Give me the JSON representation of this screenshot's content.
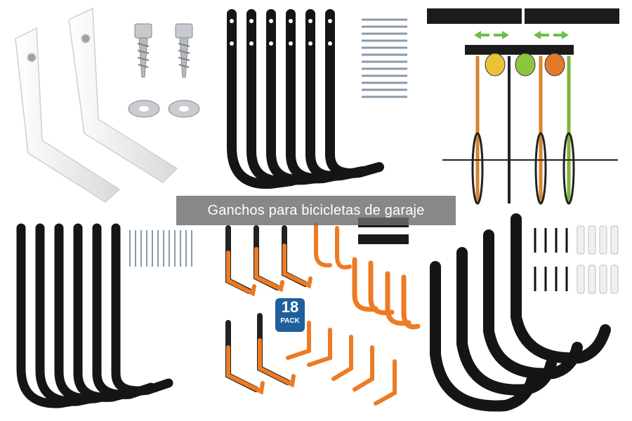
{
  "caption": "Ganchos para bicicletas de garaje",
  "pack_badge": {
    "count": "18",
    "unit": "PACK"
  },
  "colors": {
    "hook_black": "#151515",
    "hook_orange": "#ee7a22",
    "hook_white": "#f4f4f4",
    "metal": "#b9bcc0",
    "caption_bg": "#6e6e6e",
    "badge_blue": "#1f5f9c",
    "bike_green": "#7fb53a",
    "bike_orange": "#d8852b",
    "helmet_yellow": "#e9c23a",
    "helmet_green": "#8cc63f",
    "helmet_orange": "#e07a2a"
  },
  "panels": [
    {
      "name": "white-hooks-with-screws",
      "icons": [
        "white-hook-icon",
        "lag-screw-icon",
        "washer-icon"
      ]
    },
    {
      "name": "black-hooks-six-pack-top",
      "icons": [
        "black-j-hook-icon",
        "wall-anchor-icon"
      ]
    },
    {
      "name": "bike-rack-rail-scene",
      "icons": [
        "wall-rail-icon",
        "bicycle-icon",
        "helmet-icon"
      ]
    },
    {
      "name": "black-hooks-six-pack-bottom",
      "icons": [
        "black-j-hook-icon",
        "wall-anchor-icon"
      ]
    },
    {
      "name": "orange-hooks-18-pack",
      "icons": [
        "orange-hook-icon",
        "pack-badge-icon"
      ]
    },
    {
      "name": "large-black-utility-hooks",
      "icons": [
        "utility-hook-icon",
        "screw-icon",
        "wall-plug-icon"
      ]
    }
  ]
}
